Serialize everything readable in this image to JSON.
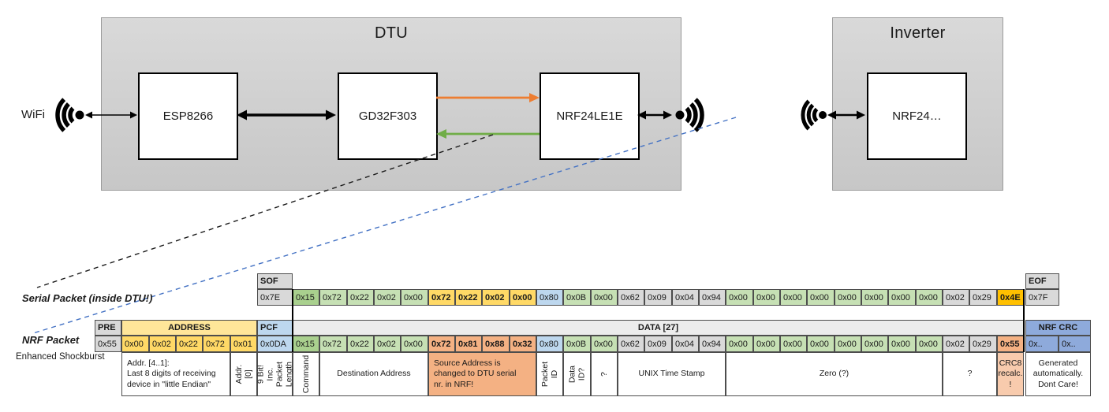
{
  "diagram": {
    "wifi_label": "WiFi",
    "dtu_title": "DTU",
    "inverter_title": "Inverter",
    "esp_label": "ESP8266",
    "gd_label": "GD32F303",
    "nrf_dtu_label": "NRF24LE1E",
    "nrf_inv_label": "NRF24…"
  },
  "colors": {
    "orange_arrow": "#ED7D31",
    "green_arrow": "#70AD47",
    "blue_dashed": "#4472C4",
    "black": "#000000"
  },
  "serial_packet": {
    "label": "Serial Packet (inside DTU!)",
    "sof_header": "SOF",
    "sof_value": "0x7E",
    "eof_header": "EOF",
    "eof_value": "0x7F",
    "bytes": [
      {
        "v": "0x15",
        "c": "gd"
      },
      {
        "v": "0x72",
        "c": "gl"
      },
      {
        "v": "0x22",
        "c": "gl"
      },
      {
        "v": "0x02",
        "c": "gl"
      },
      {
        "v": "0x00",
        "c": "gl"
      },
      {
        "v": "0x72",
        "c": "y",
        "b": 1
      },
      {
        "v": "0x22",
        "c": "y",
        "b": 1
      },
      {
        "v": "0x02",
        "c": "y",
        "b": 1
      },
      {
        "v": "0x00",
        "c": "y",
        "b": 1
      },
      {
        "v": "0x80",
        "c": "bl"
      },
      {
        "v": "0x0B",
        "c": "gl"
      },
      {
        "v": "0x00",
        "c": "gl"
      },
      {
        "v": "0x62",
        "c": "gy"
      },
      {
        "v": "0x09",
        "c": "gy"
      },
      {
        "v": "0x04",
        "c": "gy"
      },
      {
        "v": "0x94",
        "c": "gy"
      },
      {
        "v": "0x00",
        "c": "gl"
      },
      {
        "v": "0x00",
        "c": "gl"
      },
      {
        "v": "0x00",
        "c": "gl"
      },
      {
        "v": "0x00",
        "c": "gl"
      },
      {
        "v": "0x00",
        "c": "gl"
      },
      {
        "v": "0x00",
        "c": "gl"
      },
      {
        "v": "0x00",
        "c": "gl"
      },
      {
        "v": "0x00",
        "c": "gl"
      },
      {
        "v": "0x02",
        "c": "gy"
      },
      {
        "v": "0x29",
        "c": "gy"
      },
      {
        "v": "0x4E",
        "c": "am",
        "b": 1
      }
    ]
  },
  "nrf_packet": {
    "label": "NRF Packet",
    "sublabel": "Enhanced Shockburst",
    "pre_header": "PRE",
    "pre_value": "0x55",
    "address_header": "ADDRESS",
    "address_values": [
      "0x00",
      "0x02",
      "0x22",
      "0x72",
      "0x01"
    ],
    "pcf_header": "PCF",
    "pcf_value": "0x0DA",
    "data_header": "DATA [27]",
    "bytes": [
      {
        "v": "0x15",
        "c": "gd"
      },
      {
        "v": "0x72",
        "c": "gl"
      },
      {
        "v": "0x22",
        "c": "gl"
      },
      {
        "v": "0x02",
        "c": "gl"
      },
      {
        "v": "0x00",
        "c": "gl"
      },
      {
        "v": "0x72",
        "c": "o",
        "b": 1
      },
      {
        "v": "0x81",
        "c": "o",
        "b": 1
      },
      {
        "v": "0x88",
        "c": "o",
        "b": 1
      },
      {
        "v": "0x32",
        "c": "o",
        "b": 1
      },
      {
        "v": "0x80",
        "c": "bl"
      },
      {
        "v": "0x0B",
        "c": "gl"
      },
      {
        "v": "0x00",
        "c": "gl"
      },
      {
        "v": "0x62",
        "c": "gy"
      },
      {
        "v": "0x09",
        "c": "gy"
      },
      {
        "v": "0x04",
        "c": "gy"
      },
      {
        "v": "0x94",
        "c": "gy"
      },
      {
        "v": "0x00",
        "c": "gl"
      },
      {
        "v": "0x00",
        "c": "gl"
      },
      {
        "v": "0x00",
        "c": "gl"
      },
      {
        "v": "0x00",
        "c": "gl"
      },
      {
        "v": "0x00",
        "c": "gl"
      },
      {
        "v": "0x00",
        "c": "gl"
      },
      {
        "v": "0x00",
        "c": "gl"
      },
      {
        "v": "0x00",
        "c": "gl"
      },
      {
        "v": "0x02",
        "c": "gy"
      },
      {
        "v": "0x29",
        "c": "gy"
      },
      {
        "v": "0x55",
        "c": "o",
        "b": 1
      }
    ],
    "crc_header": "NRF CRC",
    "crc_values": [
      "0x..",
      "0x.."
    ],
    "annotations": [
      {
        "text": "Addr. [4..1]:\nLast 8 digits of receiving\ndevice in \"little Endian\"",
        "area": "addr",
        "from": 0,
        "to": 3,
        "align": "left"
      },
      {
        "text": "Addr.[0]",
        "area": "addr",
        "from": 4,
        "to": 4,
        "vertical": 1
      },
      {
        "text": "9 Bit!\nInc. Packet\nLength",
        "area": "pcf",
        "from": 0,
        "to": 0,
        "vertical": 1
      },
      {
        "text": "Command",
        "area": "data",
        "from": 0,
        "to": 0,
        "vertical": 1
      },
      {
        "text": "Destination Address",
        "area": "data",
        "from": 1,
        "to": 4
      },
      {
        "text": "Source Address is\nchanged to DTU serial\nnr. in NRF!",
        "area": "data",
        "from": 5,
        "to": 8,
        "bg": "c-o",
        "align": "left"
      },
      {
        "text": "Packet ID",
        "area": "data",
        "from": 9,
        "to": 9,
        "vertical": 1
      },
      {
        "text": "Data ID?",
        "area": "data",
        "from": 10,
        "to": 10,
        "vertical": 1
      },
      {
        "text": "?",
        "area": "data",
        "from": 11,
        "to": 11,
        "vertical": 1
      },
      {
        "text": "UNIX Time Stamp",
        "area": "data",
        "from": 12,
        "to": 15
      },
      {
        "text": "Zero (?)",
        "area": "data",
        "from": 16,
        "to": 23
      },
      {
        "text": "?",
        "area": "data",
        "from": 24,
        "to": 25
      },
      {
        "text": "CRC8\nrecalc.\n!",
        "area": "data",
        "from": 26,
        "to": 26,
        "bg": "c-ol"
      },
      {
        "text": "Generated\nautomatically.\nDont Care!",
        "area": "crc",
        "from": 0,
        "to": 1
      }
    ]
  }
}
